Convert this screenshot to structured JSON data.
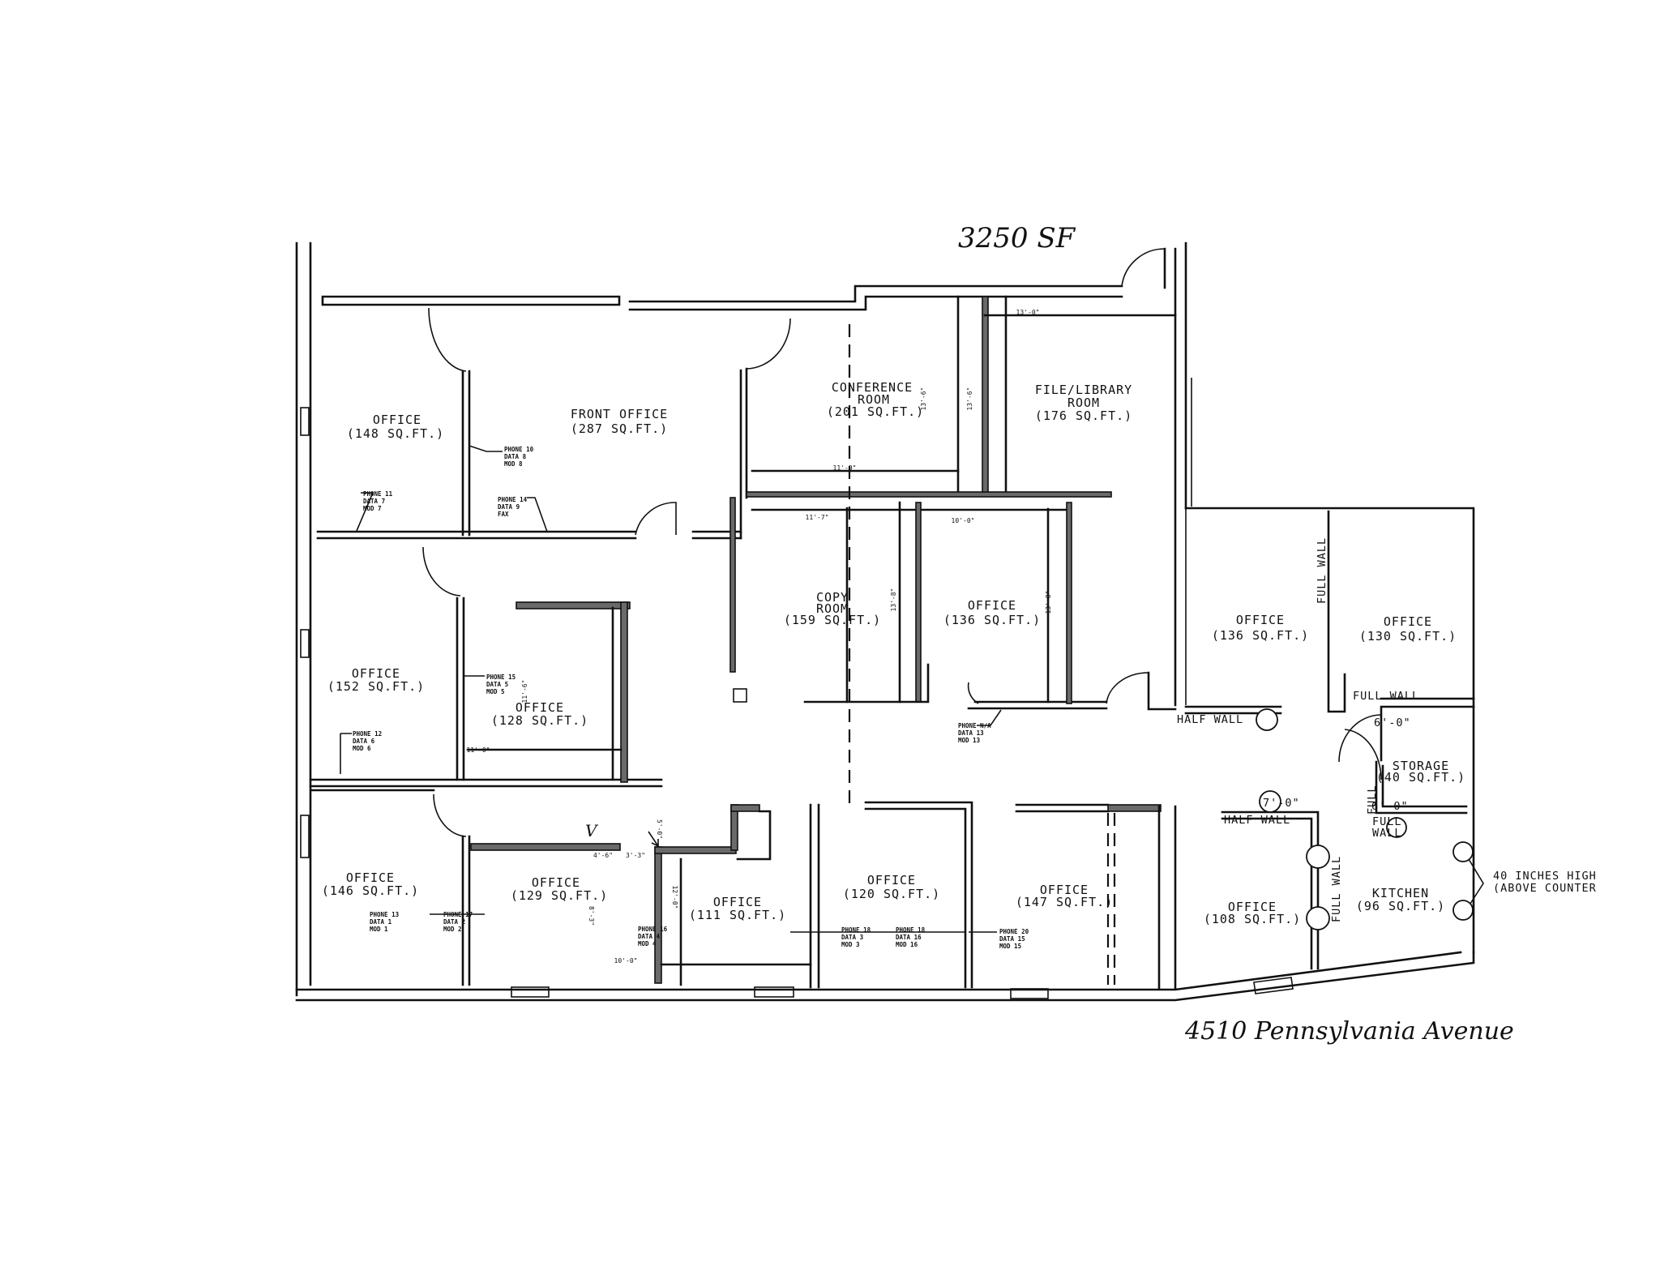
{
  "handwritten": {
    "total_area": "3250 SF",
    "address": "4510 Pennsylvania Avenue",
    "check_mark": "V"
  },
  "rooms": [
    {
      "name": "OFFICE",
      "area": "(148 SQ.FT.)"
    },
    {
      "name": "FRONT OFFICE",
      "area": "(287 SQ.FT.)"
    },
    {
      "name": "CONFERENCE",
      "name2": "ROOM",
      "area": "(201 SQ.FT.)"
    },
    {
      "name": "FILE/LIBRARY",
      "name2": "ROOM",
      "area": "(176 SQ.FT.)"
    },
    {
      "name": "COPY",
      "name2": "ROOM",
      "area": "(159 SQ.FT.)"
    },
    {
      "name": "OFFICE",
      "area": "(136 SQ.FT.)"
    },
    {
      "name": "OFFICE",
      "area": "(136 SQ.FT.)"
    },
    {
      "name": "OFFICE",
      "area": "(130 SQ.FT.)"
    },
    {
      "name": "OFFICE",
      "area": "(152 SQ.FT.)"
    },
    {
      "name": "OFFICE",
      "area": "(128 SQ.FT.)"
    },
    {
      "name": "STORAGE",
      "area": "(40 SQ.FT.)"
    },
    {
      "name": "OFFICE",
      "area": "(146 SQ.FT.)"
    },
    {
      "name": "OFFICE",
      "area": "(129 SQ.FT.)"
    },
    {
      "name": "OFFICE",
      "area": "(111 SQ.FT.)"
    },
    {
      "name": "OFFICE",
      "area": "(120 SQ.FT.)"
    },
    {
      "name": "OFFICE",
      "area": "(147 SQ.FT.)"
    },
    {
      "name": "OFFICE",
      "area": "(108 SQ.FT.)"
    },
    {
      "name": "KITCHEN",
      "area": "(96 SQ.FT.)"
    }
  ],
  "jacks": [
    {
      "lines": [
        "PHONE 10",
        "DATA 8",
        "MOD 8"
      ]
    },
    {
      "lines": [
        "PHONE 11",
        "DATA 7",
        "MOD 7"
      ]
    },
    {
      "lines": [
        "PHONE 14",
        "DATA 9",
        "FAX"
      ]
    },
    {
      "lines": [
        "PHONE 15",
        "DATA 5",
        "MOD 5"
      ]
    },
    {
      "lines": [
        "PHONE 12",
        "DATA 6",
        "MOD 6"
      ]
    },
    {
      "lines": [
        "PHONE N/A",
        "DATA 13",
        "MOD 13"
      ]
    },
    {
      "lines": [
        "PHONE 13",
        "DATA 1",
        "MOD 1"
      ]
    },
    {
      "lines": [
        "PHONE 17",
        "DATA 2",
        "MOD 2"
      ]
    },
    {
      "lines": [
        "PHONE 16",
        "DATA 4",
        "MOD 4"
      ]
    },
    {
      "lines": [
        "PHONE 18",
        "DATA 3",
        "MOD 3"
      ]
    },
    {
      "lines": [
        "PHONE 18",
        "DATA 16",
        "MOD 16"
      ]
    },
    {
      "lines": [
        "PHONE 20",
        "DATA 15",
        "MOD 15"
      ]
    }
  ],
  "dimensions": [
    "13'-0\"",
    "13'-6\"",
    "13'-6\"",
    "11'-9\"",
    "11'-7\"",
    "10'-0\"",
    "13'-8\"",
    "13'-8\"",
    "11'-6\"",
    "11'-0\"",
    "4'-6\"",
    "3'-3\"",
    "5'-0\"",
    "12'-0\"",
    "8'-3\"",
    "10'-0\"",
    "6'-0\"",
    "6'-0\"",
    "7'-0\""
  ],
  "wall_notes": {
    "half_wall_1": "HALF WALL",
    "half_wall_2": "HALF WALL",
    "full_wall_office": "FULL WALL",
    "full_wall_storage_top": "FULL WALL",
    "full_storage_side": "FULL",
    "full_wall_storage_bottom_1": "FULL",
    "full_wall_storage_bottom_2": "WALL",
    "full_wall_kitchen": "FULL WALL",
    "counter_note_1": "40 INCHES HIGH",
    "counter_note_2": "(ABOVE COUNTER"
  }
}
